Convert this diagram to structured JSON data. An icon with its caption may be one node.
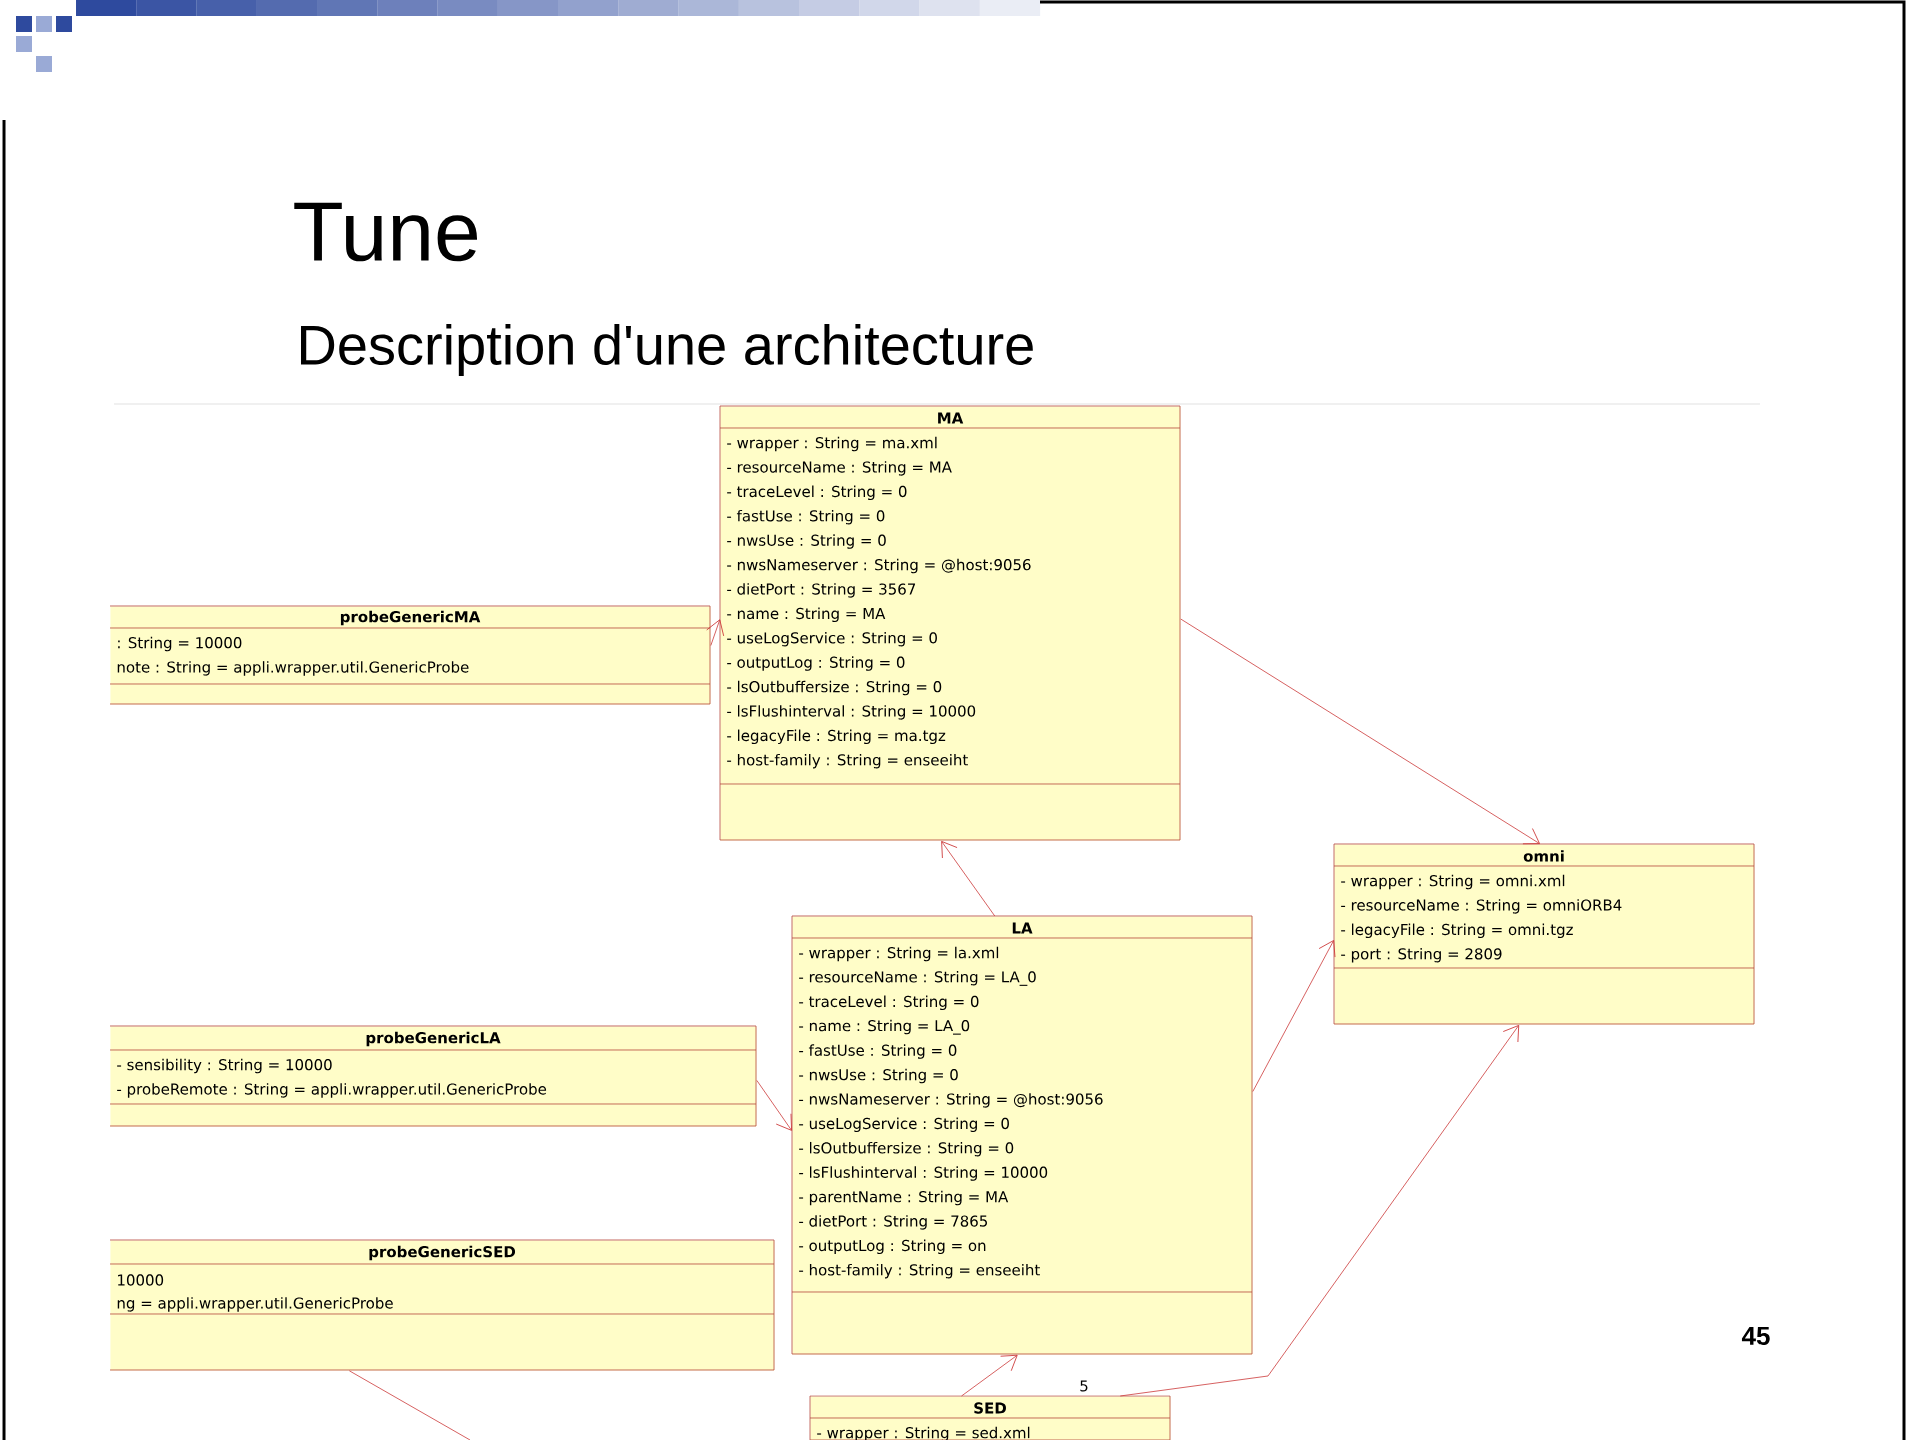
{
  "diagram": {
    "title": "Tune",
    "nodes": [
      {
        "text": [
          "MA",
          "- wrapper : String = ma.xml",
          "- resourceName : String = MA",
          "- traceLevel : String = 0",
          "- fastUse : String = 0",
          "- nwsUse : String = 0",
          "- nwsNameserver : String = @host:9056",
          "- dietPort : String = 3567",
          "- name : String = MA",
          "- useLogService : String = 0",
          "- outputLog : String = 0",
          "- lsOutbuffersize : String = 0",
          "- lsFlushinterval : String = 10000",
          "- legacyFile : String = ma.tgz",
          "- host-family : String = enseeiht"
        ]
      },
      {
        "text": [
          "probeGenericMA",
          ": String = 10000",
          "note : String = appli.wrapper.util.GenericProbe"
        ]
      },
      {
        "text": [
          "omni",
          "- wrapper : String = omni.xml",
          "- resourceName : String = omniORB4",
          "- legacyFile : String = omni.tgz",
          "- port : String = 2809"
        ]
      },
      {
        "text": [
          "LA",
          "- wrapper : String = la.xml",
          "- resourceName : String = LA_0",
          "- traceLevel : String = 0",
          "- name : String = LA_0",
          "- fastUse : String = 0",
          "- nwsUse : String = 0",
          "- nwsNameserver : String = @host:9056",
          "- useLogService : String = 0",
          "- lsOutbuffersize : String = 0",
          "- lsFlushinterval : String = 10000",
          "- parentName : String = MA",
          "- dietPort : String = 7865",
          "- outputLog : String = on",
          "- host-family : String = enseeiht"
        ]
      },
      {
        "text": [
          "probeGenericLA",
          "- sensibility : String = 10000",
          "- probeRemote : String = appli.wrapper.util.GenericProbe"
        ]
      },
      {
        "text": [
          "probeGenericSED",
          "10000",
          "ng = appli.wrapper.util.GenericProbe"
        ]
      },
      {
        "text": [
          "SED",
          "- wrapper : String = sed.xml"
        ]
      }
    ],
    "edges": [
      {
        "from": 1,
        "to": 0,
        "arrow": "to"
      },
      {
        "from": 3,
        "to": 0,
        "arrow": "to"
      },
      {
        "from": 0,
        "to": 2,
        "arrow": "to"
      },
      {
        "from": 3,
        "to": 2,
        "arrow": "to"
      },
      {
        "from": 4,
        "to": 3,
        "arrow": "to"
      },
      {
        "from": 6,
        "to": 3,
        "arrow": "to"
      },
      {
        "from": 6,
        "to": 2,
        "arrow": "to"
      },
      {
        "from": 5,
        "to": null,
        "arrow": "none"
      }
    ],
    "labels": [
      "Description d'une architecture",
      "5",
      "45"
    ]
  }
}
